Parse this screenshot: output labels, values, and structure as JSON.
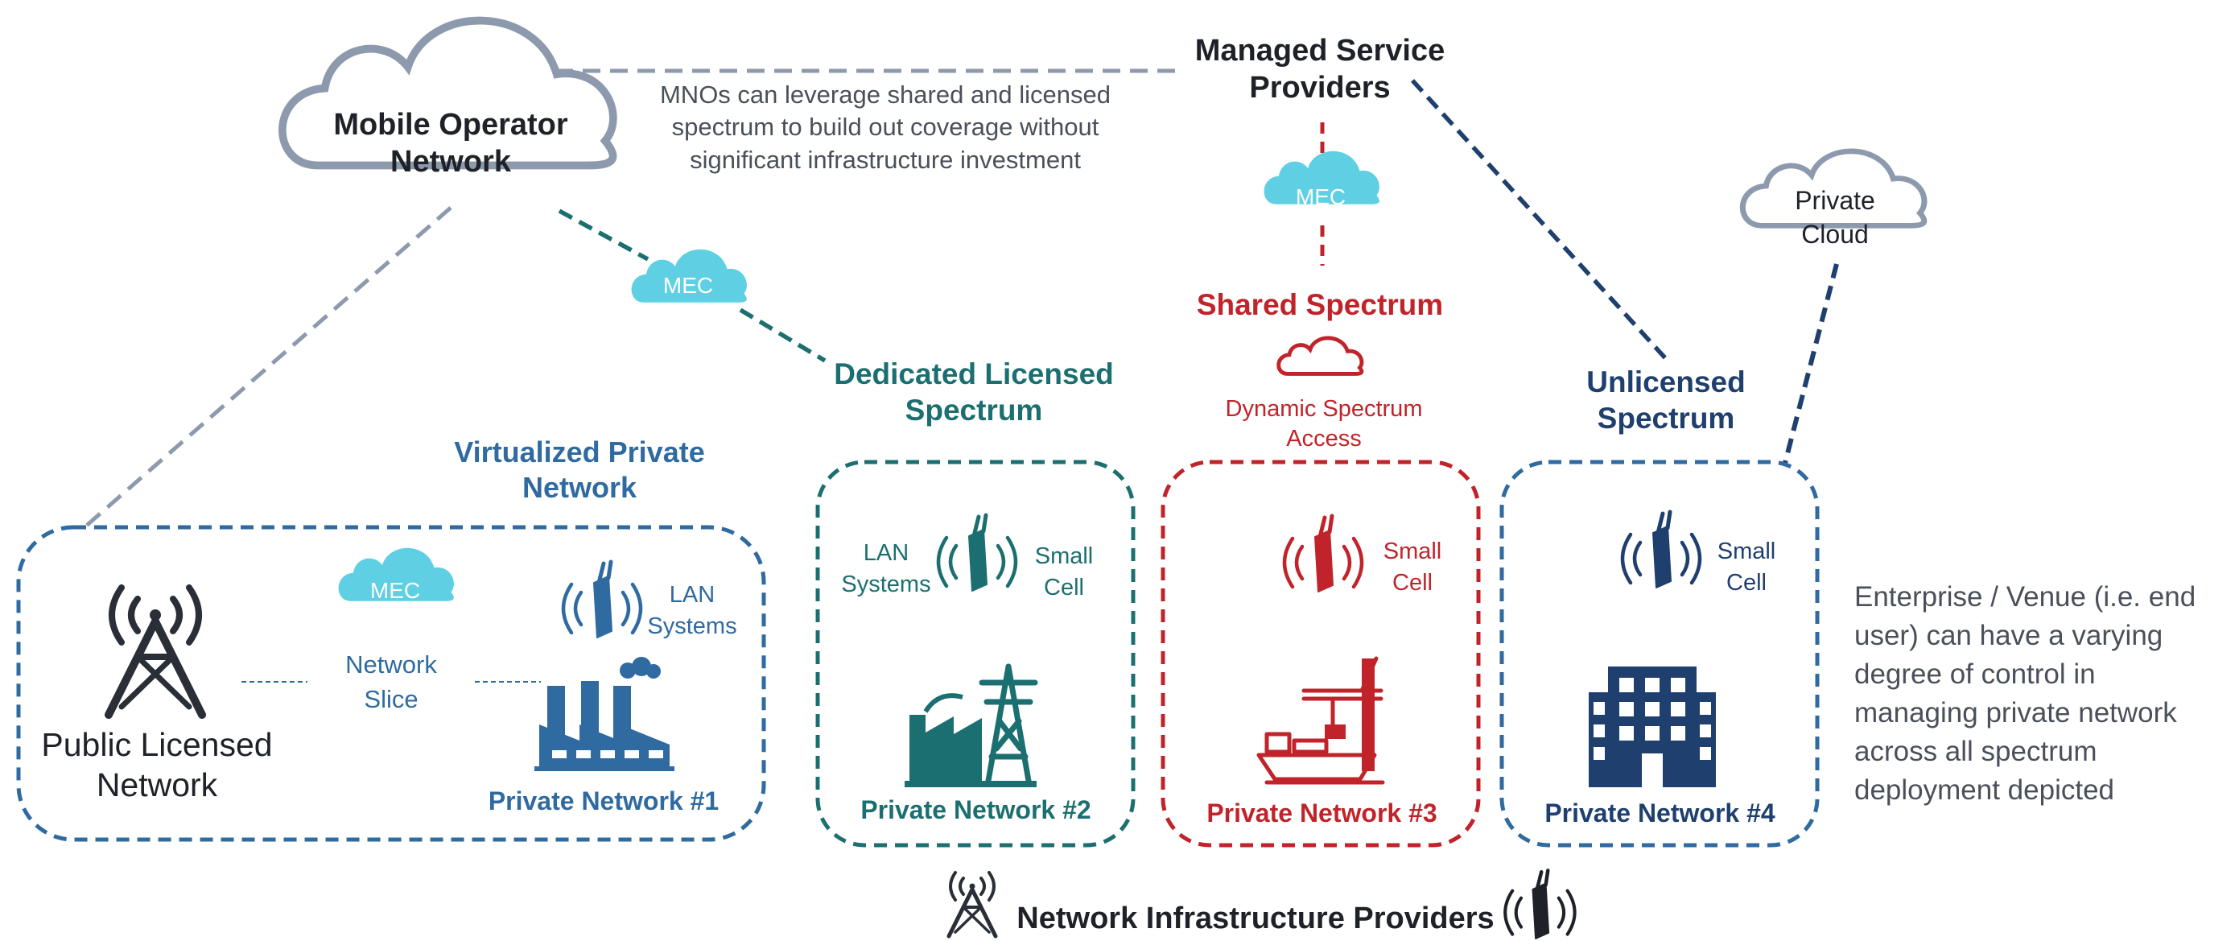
{
  "colors": {
    "gray_line": "#8d9aae",
    "teal": "#1c6f70",
    "red": "#c0242a",
    "navy": "#1f3f6e",
    "blue": "#2f6aa0",
    "mec_fill": "#5fd0e4",
    "dark": "#1e2228"
  },
  "mobile_operator": {
    "label": "Mobile Operator\nNetwork"
  },
  "mno_note": "MNOs can leverage shared and licensed\nspectrum to build out coverage without\nsignificant infrastructure investment",
  "msp": {
    "label": "Managed Service\nProviders"
  },
  "mec_label": "MEC",
  "private_cloud": {
    "label": "Private\nCloud"
  },
  "virtualized": {
    "title": "Virtualized Private\nNetwork",
    "public_network": "Public Licensed\nNetwork",
    "network_slice": "Network\nSlice",
    "lan_systems": "LAN\nSystems",
    "private_network": "Private Network #1"
  },
  "dedicated": {
    "title": "Dedicated Licensed\nSpectrum",
    "lan_systems": "LAN\nSystems",
    "small_cell": "Small\nCell",
    "private_network": "Private Network #2"
  },
  "shared": {
    "title": "Shared Spectrum",
    "dsa": "Dynamic Spectrum\nAccess",
    "small_cell": "Small\nCell",
    "private_network": "Private Network #3"
  },
  "unlicensed": {
    "title": "Unlicensed\nSpectrum",
    "small_cell": "Small\nCell",
    "private_network": "Private Network #4"
  },
  "enterprise_note": "Enterprise / Venue (i.e. end\nuser) can have a varying\ndegree of control in\nmanaging private network\nacross all spectrum\ndeployment depicted",
  "footer": {
    "label": "Network Infrastructure Providers"
  }
}
